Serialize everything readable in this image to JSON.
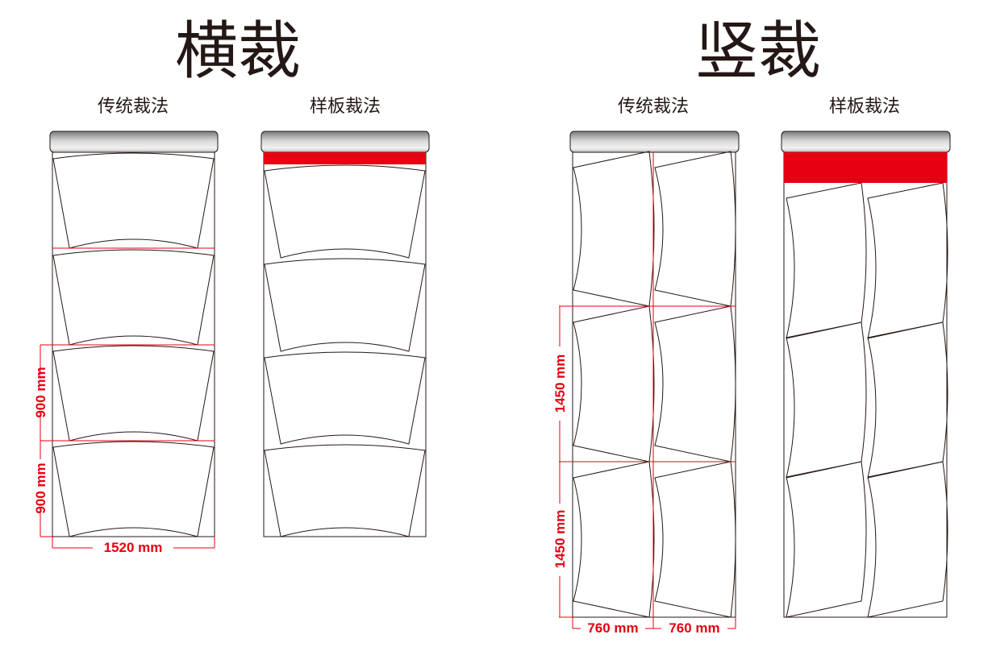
{
  "colors": {
    "accent": "#e60012",
    "line": "#231815"
  },
  "sections": [
    {
      "title": "横裁",
      "panels": [
        {
          "label": "传统裁法",
          "dims": {
            "height_each": "900 mm",
            "height_each_2": "900 mm",
            "width": "1520 mm"
          }
        },
        {
          "label": "样板裁法"
        }
      ]
    },
    {
      "title": "竖裁",
      "panels": [
        {
          "label": "传统裁法",
          "dims": {
            "height_each": "1450 mm",
            "height_each_2": "1450 mm",
            "width_left": "760 mm",
            "width_right": "760 mm"
          }
        },
        {
          "label": "样板裁法"
        }
      ]
    }
  ]
}
